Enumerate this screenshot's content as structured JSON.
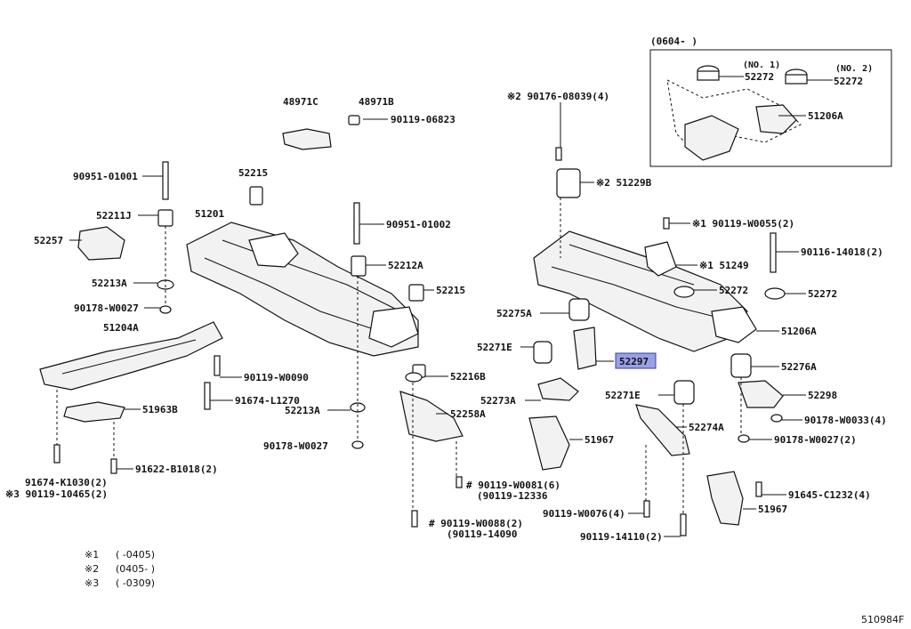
{
  "inset": {
    "title": "(0604-      )",
    "no1": "(NO. 1)",
    "no2": "(NO. 2)",
    "l52272a": "52272",
    "l52272b": "52272",
    "l51206a": "51206A"
  },
  "labels": {
    "l48971c": "48971C",
    "l48971b": "48971B",
    "l90119_06823": "90119-06823",
    "l90951_01001": "90951-01001",
    "l52215a": "52215",
    "l52211j": "52211J",
    "l51201": "51201",
    "l52257": "52257",
    "l90951_01002": "90951-01002",
    "l52212a": "52212A",
    "l52213a_1": "52213A",
    "l52215b": "52215",
    "l90178_w0027a": "90178-W0027",
    "l51204a": "51204A",
    "l90119_w0090": "90119-W0090",
    "l51963b": "51963B",
    "l91674_l1270": "91674-L1270",
    "l52213a_2": "52213A",
    "l52216b": "52216B",
    "l52258a": "52258A",
    "l90178_w0027b": "90178-W0027",
    "l91674_k1030": "91674-K1030(2)",
    "l90119_10465": "※3 90119-10465(2)",
    "l91622_b1018": "91622-B1018(2)",
    "l90119_w0081": "# 90119-W0081(6)",
    "l90119_12336": "(90119-12336",
    "l90119_w0088": "# 90119-W0088(2)",
    "l90119_14090": "(90119-14090",
    "l90176_08039": "※2 90176-08039(4)",
    "l51229b": "※2 51229B",
    "l90119_w0055": "※1 90119-W0055(2)",
    "l90116_14018": "90116-14018(2)",
    "l51249": "※1 51249",
    "l52275a": "52275A",
    "l52272c": "52272",
    "l52272d": "52272",
    "l51206a_main": "51206A",
    "l52271e_1": "52271E",
    "l52297": "52297",
    "l52276a": "52276A",
    "l52273a": "52273A",
    "l52271e_2": "52271E",
    "l52298": "52298",
    "l90178_w0033": "90178-W0033(4)",
    "l52274a": "52274A",
    "l51967a": "51967",
    "l90178_w0027c": "90178-W0027(2)",
    "l90119_w0076": "90119-W0076(4)",
    "l91645_c1232": "91645-C1232(4)",
    "l51967b": "51967",
    "l90119_14110": "90119-14110(2)"
  },
  "legend": {
    "r1_mark": "※1",
    "r1_range": "(      -0405)",
    "r2_mark": "※2",
    "r2_range": "(0405-      )",
    "r3_mark": "※3",
    "r3_range": "(      -0309)"
  },
  "figure_id": "510984F",
  "highlight_color": "#9aa0e6"
}
